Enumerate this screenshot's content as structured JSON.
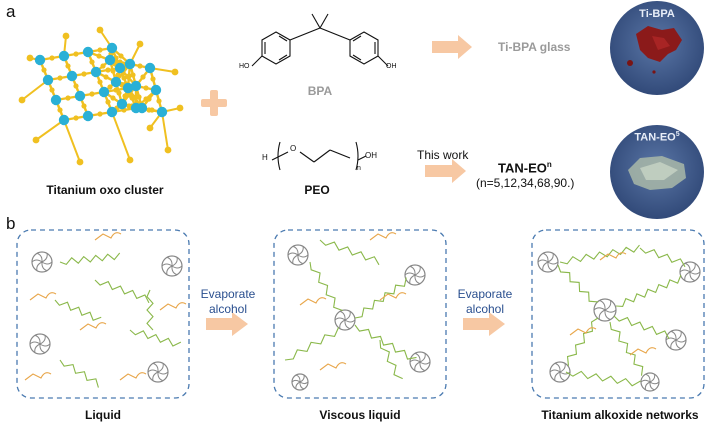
{
  "panel_a": {
    "letter": "a",
    "cluster_label": "Titanium oxo cluster",
    "bpa_label": "BPA",
    "peo_label": "PEO",
    "peo_formula": {
      "h": "H",
      "o": "O",
      "n": "n",
      "oh": "OH"
    },
    "bpa_ho_left": "HO",
    "bpa_ho_right": "OH",
    "ti_bpa_glass": "Ti-BPA glass",
    "this_work": "This work",
    "tan_eo": {
      "main": "TAN-EO",
      "sup": "n"
    },
    "tan_eo_values": "(n=5,12,34,68,90.)",
    "photo_top_label": "Ti-BPA",
    "photo_bottom_label": {
      "main": "TAN-EO",
      "sup": "5"
    },
    "colors": {
      "titanium": "#2ab0d6",
      "oxygen": "#f0c020",
      "arrow": "#f7c8a3",
      "glass_red": "#8b1a1a",
      "photo_bg": "#3f5a88"
    }
  },
  "panel_b": {
    "letter": "b",
    "arrow1_text_line1": "Evaporate",
    "arrow1_text_line2": "alcohol",
    "arrow2_text_line1": "Evaporate",
    "arrow2_text_line2": "alcohol",
    "stage1": "Liquid",
    "stage2": "Viscous liquid",
    "stage3": "Titanium alkoxide networks",
    "colors": {
      "chain": "#8ab84a",
      "link": "#e8a64a",
      "box_border": "#4a7ab0",
      "cluster": "#888888"
    }
  }
}
